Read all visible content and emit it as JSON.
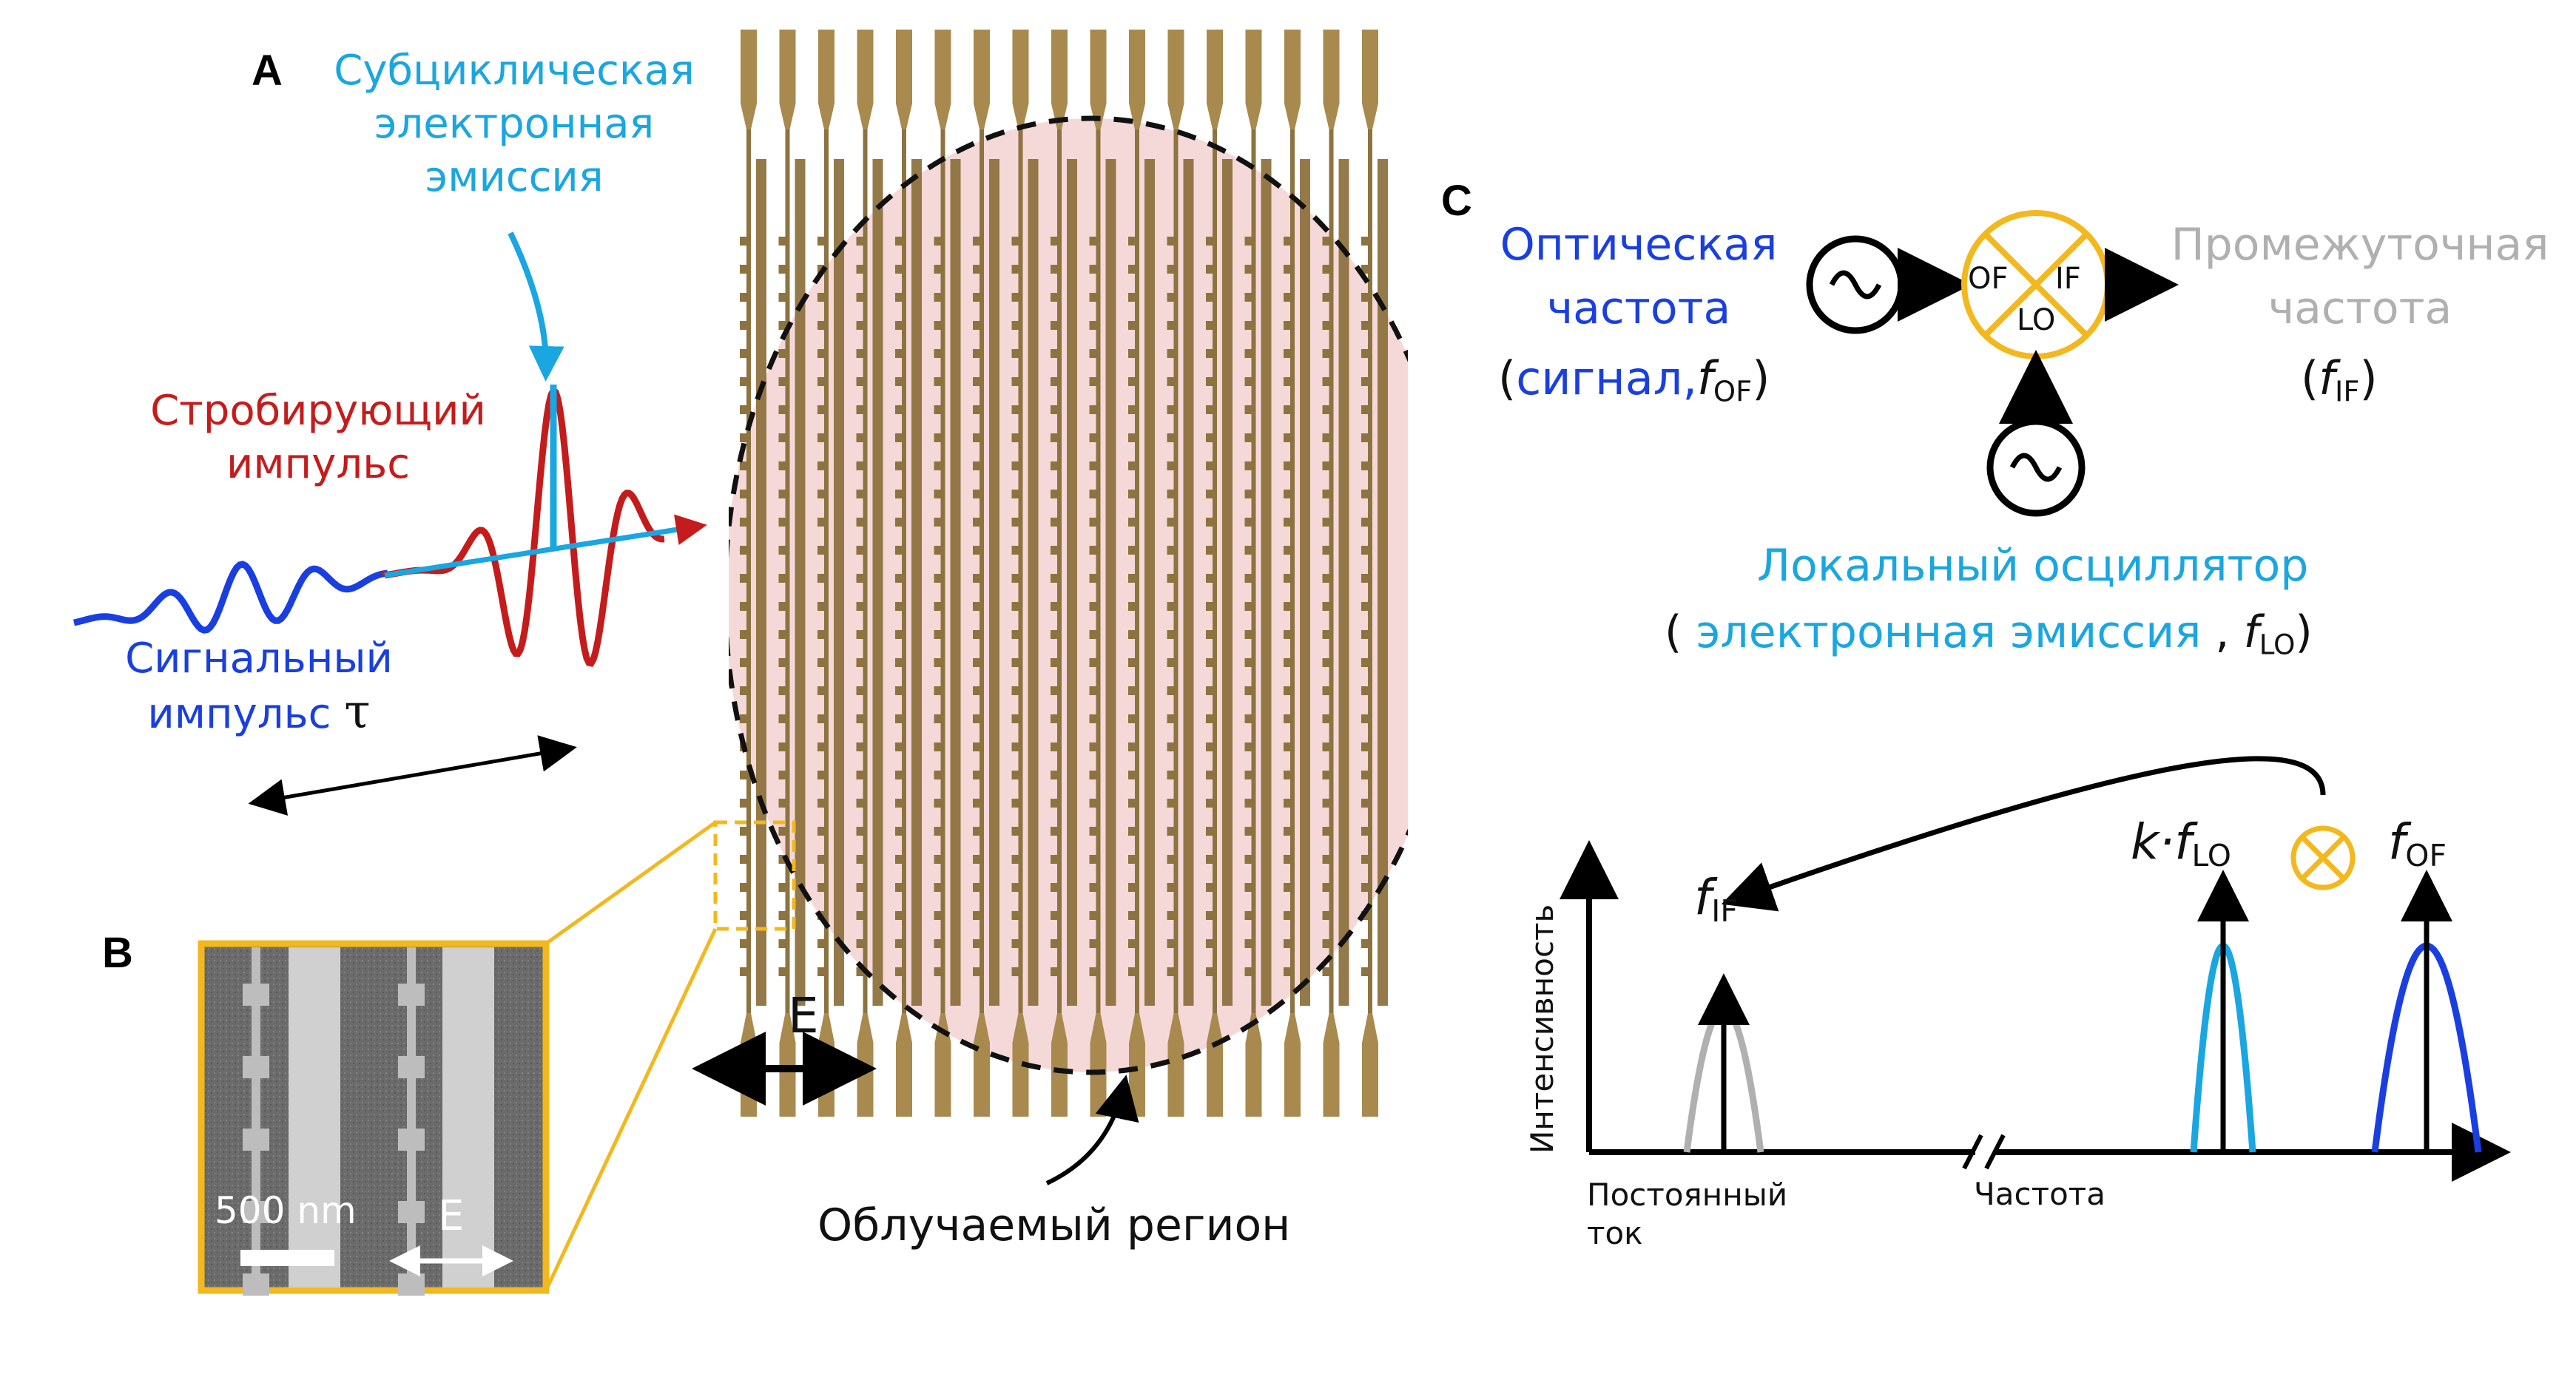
{
  "panels": {
    "a": "A",
    "b": "B",
    "c": "C"
  },
  "panel_a": {
    "subcycle_emission": [
      "Субциклическая",
      "электронная",
      "эмиссия"
    ],
    "gating_pulse": [
      "Стробирующий",
      "импульс"
    ],
    "signal_pulse": [
      "Сигнальный",
      "импульс"
    ],
    "tau": "τ",
    "field_label": "E",
    "irradiated_region": "Облучаемый регион"
  },
  "panel_b": {
    "scale_bar": "500 nm",
    "field_label": "E"
  },
  "panel_c": {
    "optical_frequency": [
      "Оптическая",
      "частота"
    ],
    "signal_word": "сигнал,",
    "f": "f",
    "sub_of": "OF",
    "sub_if": "IF",
    "sub_lo": "LO",
    "intermediate_frequency": [
      "Промежуточная",
      "частота"
    ],
    "local_oscillator": "Локальный осциллятор",
    "electron_emission": "электронная эмиссия",
    "mixer_ports": {
      "of": "OF",
      "if": "IF",
      "lo": "LO"
    },
    "paren_open": "(",
    "paren_close": ")",
    "comma": ",",
    "spectrum": {
      "y_label": "Интенсивность",
      "x_label": "Частота",
      "dc_label": [
        "Постоянный",
        "ток"
      ],
      "k_prefix": "k·"
    }
  },
  "colors": {
    "signal_blue": "#1a3fe0",
    "emission_cyan": "#1aa6e0",
    "gating_red": "#c41c1c",
    "if_grey": "#b0b0b0",
    "gold": "#f2b81e",
    "metal": "#a88a4e",
    "irradiated_pink": "#f3d2d2"
  }
}
